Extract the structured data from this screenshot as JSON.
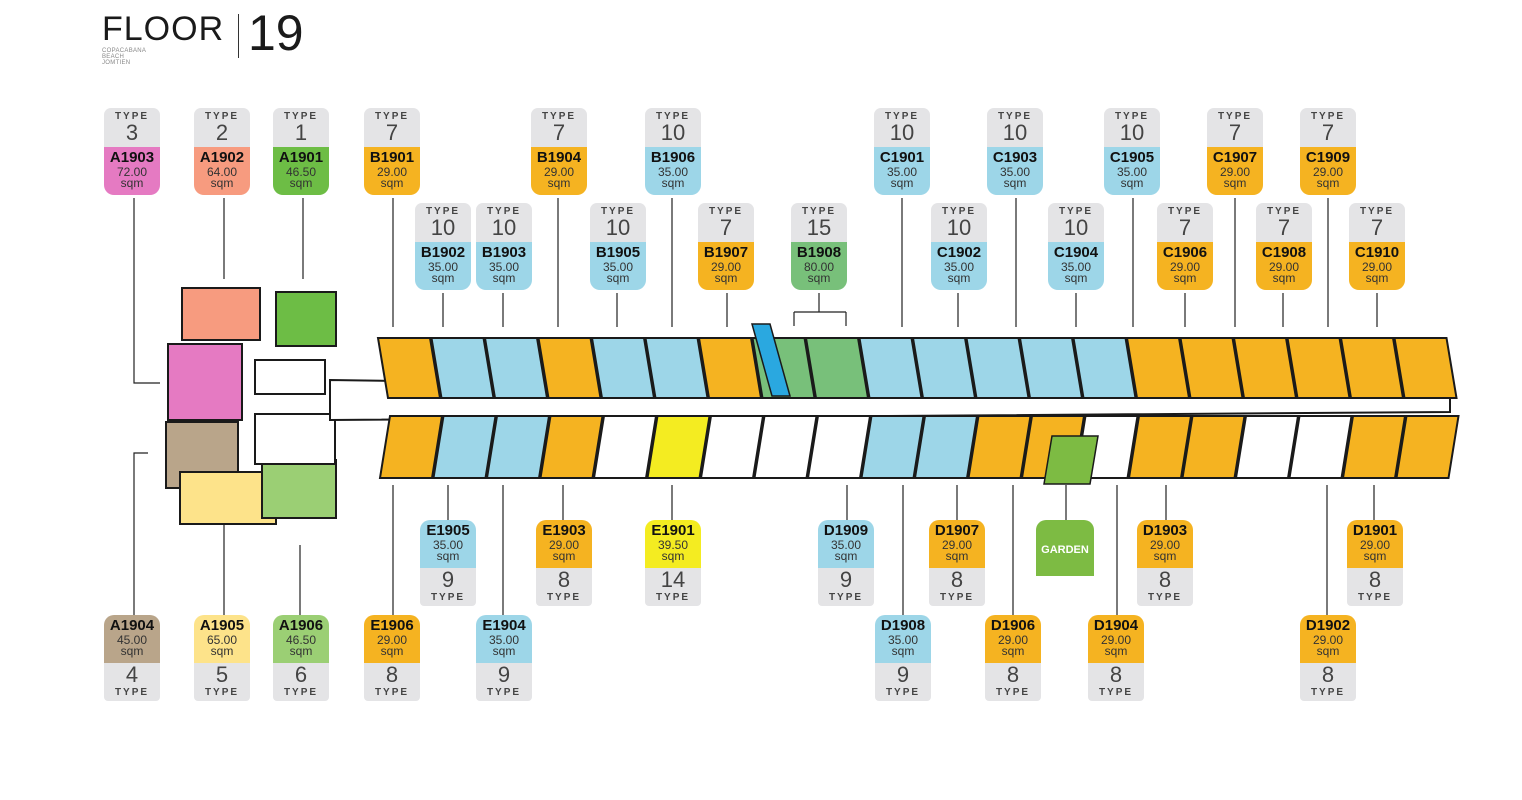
{
  "header": {
    "floor_word": "FLOOR",
    "floor_number": "19",
    "subtitle": "COPACABANA BEACH JOMTIEN"
  },
  "colors": {
    "type_1": "#6dbd45",
    "type_2": "#f79b7f",
    "type_3": "#e57ac2",
    "type_4": "#b9a58a",
    "type_5": "#fde38a",
    "type_6": "#9bcf74",
    "type_7": "#f5b321",
    "type_8": "#f5b321",
    "type_9": "#9dd6e8",
    "type_10": "#9dd6e8",
    "type_14": "#f4ec21",
    "type_15": "#78c07a",
    "garden": "#7dbb43",
    "corridor": "#ffffff",
    "wall": "#1a1a1a"
  },
  "units_top": [
    {
      "id": "A1903",
      "type": "3",
      "area": "72.00"
    },
    {
      "id": "A1902",
      "type": "2",
      "area": "64.00"
    },
    {
      "id": "A1901",
      "type": "1",
      "area": "46.50"
    },
    {
      "id": "B1901",
      "type": "7",
      "area": "29.00"
    },
    {
      "id": "B1902",
      "type": "10",
      "area": "35.00"
    },
    {
      "id": "B1903",
      "type": "10",
      "area": "35.00"
    },
    {
      "id": "B1904",
      "type": "7",
      "area": "29.00"
    },
    {
      "id": "B1905",
      "type": "10",
      "area": "35.00"
    },
    {
      "id": "B1906",
      "type": "10",
      "area": "35.00"
    },
    {
      "id": "B1907",
      "type": "7",
      "area": "29.00"
    },
    {
      "id": "B1908",
      "type": "15",
      "area": "80.00"
    },
    {
      "id": "C1901",
      "type": "10",
      "area": "35.00"
    },
    {
      "id": "C1902",
      "type": "10",
      "area": "35.00"
    },
    {
      "id": "C1903",
      "type": "10",
      "area": "35.00"
    },
    {
      "id": "C1904",
      "type": "10",
      "area": "35.00"
    },
    {
      "id": "C1905",
      "type": "10",
      "area": "35.00"
    },
    {
      "id": "C1906",
      "type": "7",
      "area": "29.00"
    },
    {
      "id": "C1907",
      "type": "7",
      "area": "29.00"
    },
    {
      "id": "C1908",
      "type": "7",
      "area": "29.00"
    },
    {
      "id": "C1909",
      "type": "7",
      "area": "29.00"
    },
    {
      "id": "C1910",
      "type": "7",
      "area": "29.00"
    }
  ],
  "units_bottom": [
    {
      "id": "A1904",
      "type": "4",
      "area": "45.00"
    },
    {
      "id": "A1905",
      "type": "5",
      "area": "65.00"
    },
    {
      "id": "A1906",
      "type": "6",
      "area": "46.50"
    },
    {
      "id": "E1906",
      "type": "8",
      "area": "29.00"
    },
    {
      "id": "E1905",
      "type": "9",
      "area": "35.00"
    },
    {
      "id": "E1904",
      "type": "9",
      "area": "35.00"
    },
    {
      "id": "E1903",
      "type": "8",
      "area": "29.00"
    },
    {
      "id": "E1901",
      "type": "14",
      "area": "39.50"
    },
    {
      "id": "D1909",
      "type": "9",
      "area": "35.00"
    },
    {
      "id": "D1908",
      "type": "9",
      "area": "35.00"
    },
    {
      "id": "D1907",
      "type": "8",
      "area": "29.00"
    },
    {
      "id": "D1906",
      "type": "8",
      "area": "29.00"
    },
    {
      "id": "D1904",
      "type": "8",
      "area": "29.00"
    },
    {
      "id": "D1903",
      "type": "8",
      "area": "29.00"
    },
    {
      "id": "D1902",
      "type": "8",
      "area": "29.00"
    },
    {
      "id": "D1901",
      "type": "8",
      "area": "29.00"
    }
  ],
  "labels": {
    "type_word": "TYPE",
    "unit_word": "sqm",
    "garden": "GARDEN"
  }
}
